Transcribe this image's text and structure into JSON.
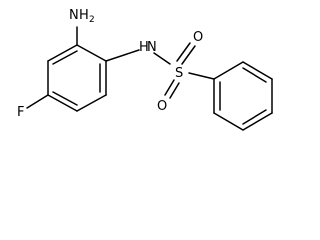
{
  "molecule": {
    "atoms": {
      "amino_n": "N",
      "amino_h": "H",
      "amino_sub": "2",
      "nh_n": "N",
      "nh_h": "H",
      "sulfur": "S",
      "oxygen_top": "O",
      "oxygen_bottom": "O",
      "fluorine": "F"
    }
  }
}
